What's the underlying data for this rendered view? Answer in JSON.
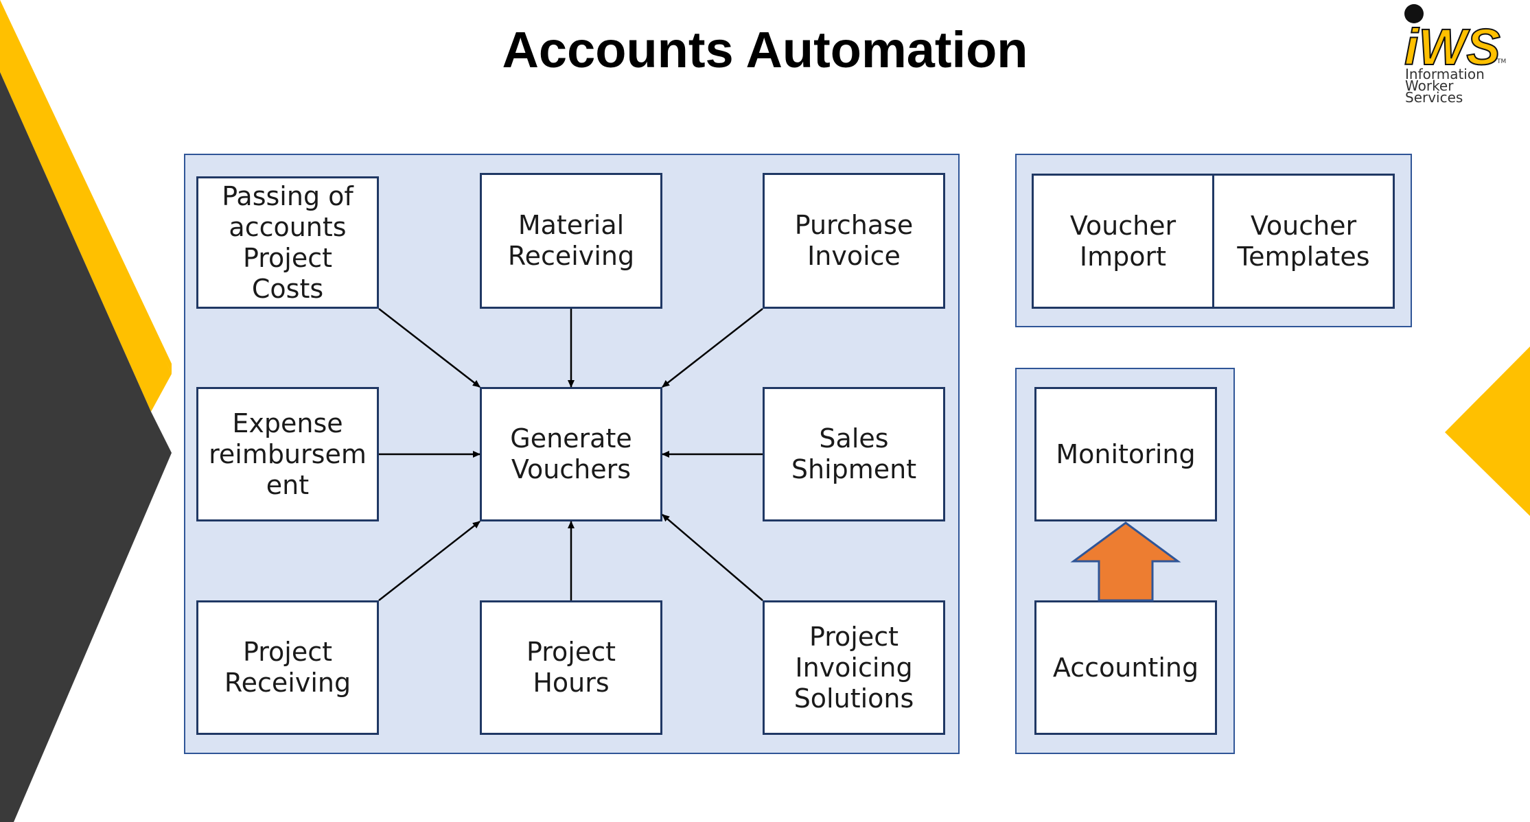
{
  "title": "Accounts Automation",
  "logo": {
    "mark": "iWS",
    "tm": "TM",
    "line1": "Information",
    "line2": "Worker",
    "line3": "Services"
  },
  "flow": {
    "center": "Generate\nVouchers",
    "sources": {
      "top_left": "Passing of\naccounts\nProject\nCosts",
      "top_center": "Material\nReceiving",
      "top_right": "Purchase\nInvoice",
      "mid_left": "Expense\nreimbursem\nent",
      "mid_right": "Sales\nShipment",
      "bottom_left": "Project\nReceiving",
      "bottom_center": "Project\nHours",
      "bottom_right": "Project\nInvoicing\nSolutions"
    }
  },
  "voucher_panel": {
    "import": "Voucher\nImport",
    "templates": "Voucher\nTemplates"
  },
  "monitor_panel": {
    "monitoring": "Monitoring",
    "accounting": "Accounting"
  },
  "colors": {
    "accent_yellow": "#ffc000",
    "dark_gray": "#3a3a3a",
    "panel_fill": "#dae3f3",
    "panel_border": "#2f5597",
    "box_border": "#203864",
    "up_arrow": "#ed7d31"
  }
}
